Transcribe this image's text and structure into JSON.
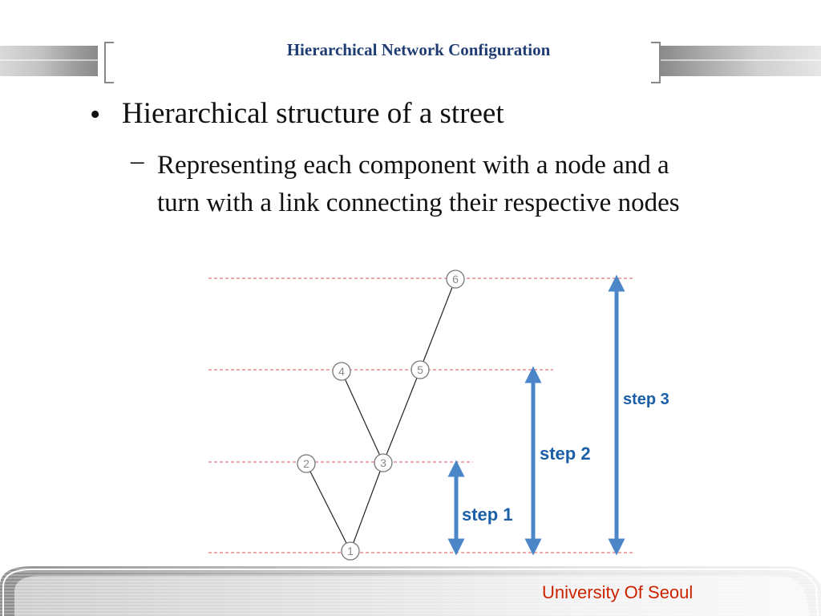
{
  "header": {
    "title": "Hierarchical Network Configuration"
  },
  "content": {
    "bullet": "•",
    "bullet_text": "Hierarchical structure of a street",
    "sub_dash": "–",
    "sub_text": "Representing each component with a node and a turn with a link connecting their respective nodes"
  },
  "diagram": {
    "nodes": [
      {
        "id": "1",
        "label": "1"
      },
      {
        "id": "2",
        "label": "2"
      },
      {
        "id": "3",
        "label": "3"
      },
      {
        "id": "4",
        "label": "4"
      },
      {
        "id": "5",
        "label": "5"
      },
      {
        "id": "6",
        "label": "6"
      }
    ],
    "links": [
      {
        "from": "1",
        "to": "2"
      },
      {
        "from": "1",
        "to": "3"
      },
      {
        "from": "3",
        "to": "4"
      },
      {
        "from": "3",
        "to": "5"
      },
      {
        "from": "5",
        "to": "6"
      }
    ],
    "steps": [
      {
        "label": "step 1"
      },
      {
        "label": "step 2"
      },
      {
        "label": "step 3"
      }
    ],
    "colors": {
      "guide_line": "#e05555",
      "arrow": "#4a86c8",
      "step_text": "#1a5fa8",
      "node_stroke": "#777777",
      "node_text": "#888888",
      "link": "#222222"
    }
  },
  "footer": {
    "institution": "University Of Seoul",
    "color": "#cc2200"
  }
}
